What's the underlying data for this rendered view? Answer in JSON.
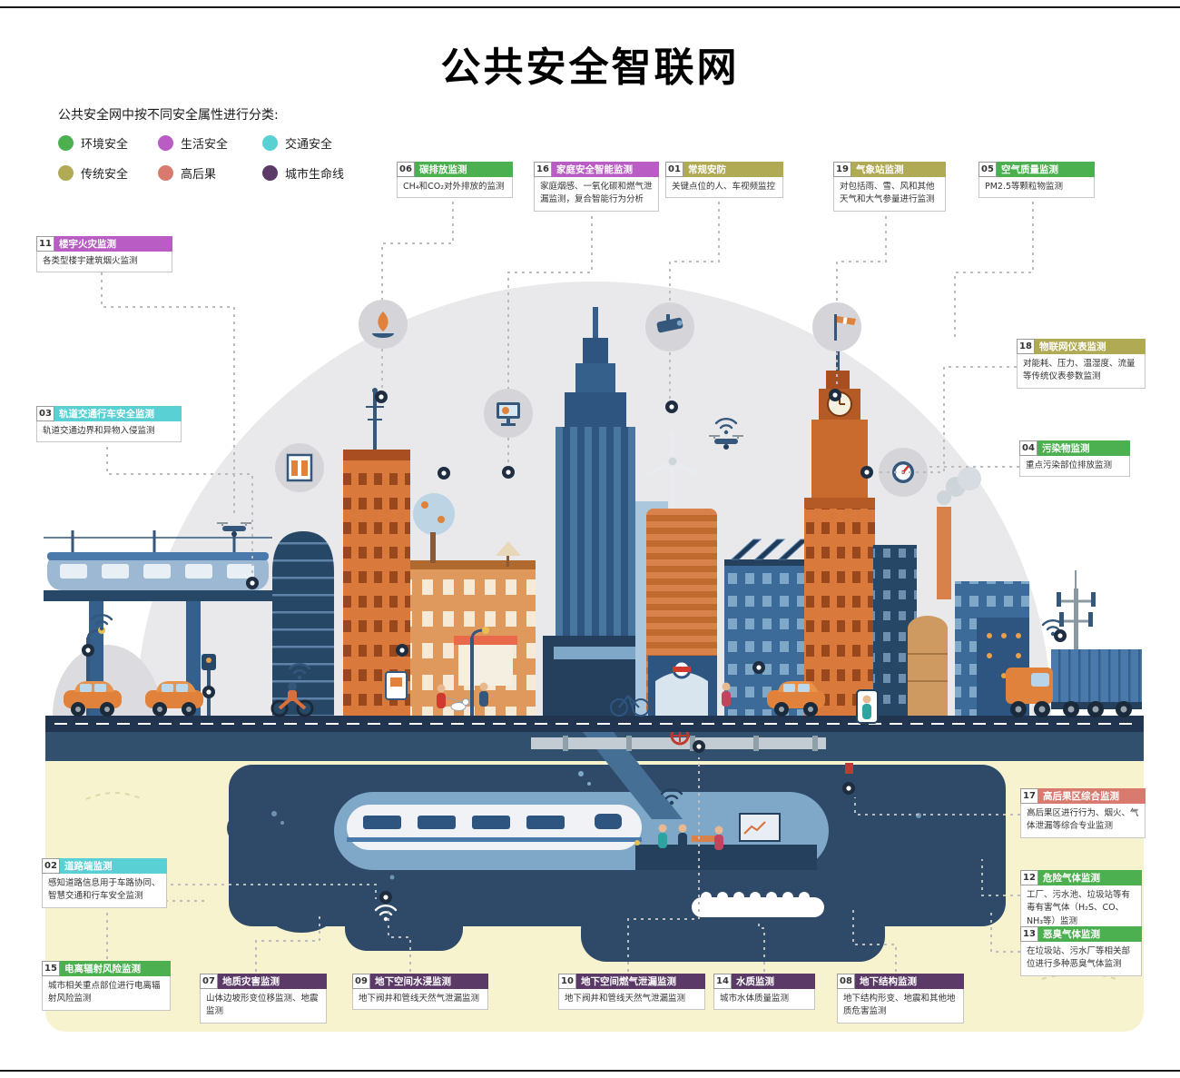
{
  "title": "公共安全智联网",
  "legend": {
    "intro": "公共安全网中按不同安全属性进行分类:",
    "items": [
      {
        "key": "environment",
        "label": "环境安全",
        "color": "#4caf50"
      },
      {
        "key": "life",
        "label": "生活安全",
        "color": "#b95cc4"
      },
      {
        "key": "traffic",
        "label": "交通安全",
        "color": "#58d0d4"
      },
      {
        "key": "traditional",
        "label": "传统安全",
        "color": "#b0aa55"
      },
      {
        "key": "high_consequence",
        "label": "高后果",
        "color": "#d87b6e"
      },
      {
        "key": "lifeline",
        "label": "城市生命线",
        "color": "#5b3a68"
      }
    ]
  },
  "callouts": [
    {
      "num": "01",
      "title": "常规安防",
      "category": "traditional",
      "desc": "关键点位的人、车视频监控"
    },
    {
      "num": "02",
      "title": "道路端监测",
      "category": "traffic",
      "desc": "感知道路信息用于车路协同、智慧交通和行车安全监测"
    },
    {
      "num": "03",
      "title": "轨道交通行车安全监测",
      "category": "traffic",
      "desc": "轨道交通边界和异物入侵监测"
    },
    {
      "num": "04",
      "title": "污染物监测",
      "category": "environment",
      "desc": "重点污染部位排放监测"
    },
    {
      "num": "05",
      "title": "空气质量监测",
      "category": "environment",
      "desc": "PM2.5等颗粒物监测"
    },
    {
      "num": "06",
      "title": "碳排放监测",
      "category": "environment",
      "desc": "CH₄和CO₂对外排放的监测"
    },
    {
      "num": "07",
      "title": "地质灾害监测",
      "category": "lifeline",
      "desc": "山体边坡形变位移监测、地震监测"
    },
    {
      "num": "08",
      "title": "地下结构监测",
      "category": "lifeline",
      "desc": "地下结构形变、地震和其他地质危害监测"
    },
    {
      "num": "09",
      "title": "地下空间水浸监测",
      "category": "lifeline",
      "desc": "地下阀井和管线天然气泄漏监测"
    },
    {
      "num": "10",
      "title": "地下空间燃气泄漏监测",
      "category": "lifeline",
      "desc": "地下阀井和管线天然气泄漏监测"
    },
    {
      "num": "11",
      "title": "楼宇火灾监测",
      "category": "life",
      "desc": "各类型楼宇建筑烟火监测"
    },
    {
      "num": "12",
      "title": "危险气体监测",
      "category": "environment",
      "desc": "工厂、污水池、垃圾站等有毒有害气体（H₂S、CO、NH₃等）监测"
    },
    {
      "num": "13",
      "title": "恶臭气体监测",
      "category": "environment",
      "desc": "在垃圾站、污水厂等相关部位进行多种恶臭气体监测"
    },
    {
      "num": "14",
      "title": "水质监测",
      "category": "lifeline",
      "desc": "城市水体质量监测"
    },
    {
      "num": "15",
      "title": "电离辐射风险监测",
      "category": "environment",
      "desc": "城市相关重点部位进行电离辐射风险监测"
    },
    {
      "num": "16",
      "title": "家庭安全智能监测",
      "category": "life",
      "desc": "家庭烟感、一氧化碳和燃气泄漏监测，复合智能行为分析"
    },
    {
      "num": "17",
      "title": "高后果区综合监测",
      "category": "high_consequence",
      "desc": "高后果区进行行为、烟火、气体泄漏等综合专业监测"
    },
    {
      "num": "18",
      "title": "物联网仪表监测",
      "category": "traditional",
      "desc": "对能耗、压力、温湿度、流量等传统仪表参数监测"
    },
    {
      "num": "19",
      "title": "气象站监测",
      "category": "traditional",
      "desc": "对包括雨、雪、风和其他天气和大气参量进行监测"
    }
  ],
  "icons": [
    "smoke-detector-icon",
    "monitor-icon",
    "cctv-camera-icon",
    "windsock-icon",
    "elevator-icon",
    "gauge-icon",
    "wifi-icon",
    "drone-icon"
  ]
}
